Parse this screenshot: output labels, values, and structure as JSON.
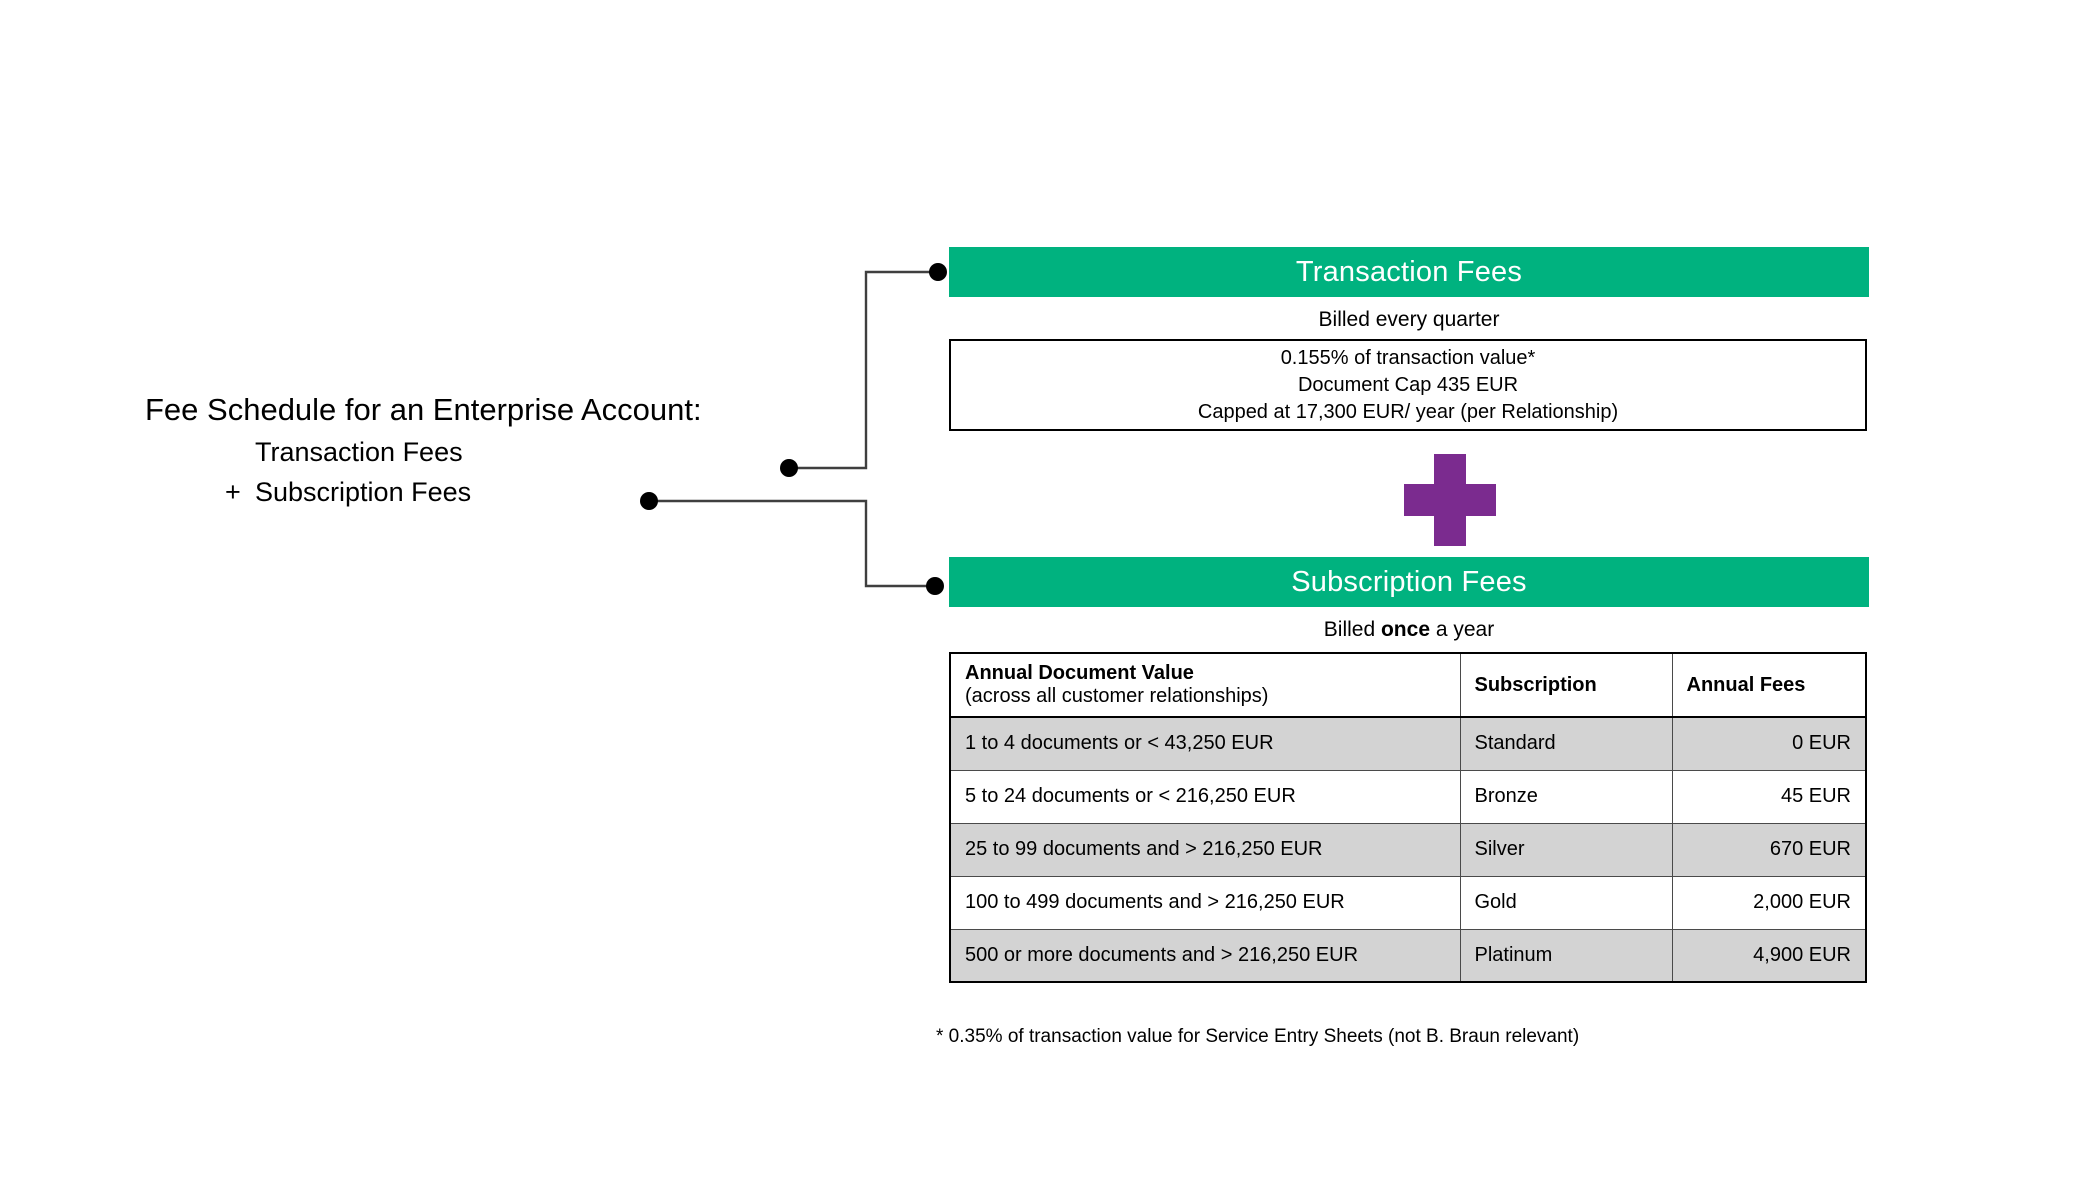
{
  "caption": {
    "title": "Fee Schedule for an Enterprise Account:",
    "line1": "Transaction Fees",
    "plus": "+",
    "line2": "Subscription Fees"
  },
  "colors": {
    "header_green": "#00B27F",
    "plus_purple": "#7B2B8F",
    "row_shade": "#D3D3D3",
    "border_black": "#000000"
  },
  "transaction": {
    "header": "Transaction Fees",
    "billing_note": "Billed every quarter",
    "details": [
      "0.155% of transaction value*",
      "Document Cap 435 EUR",
      "Capped at 17,300 EUR/ year (per Relationship)"
    ]
  },
  "operator": {
    "symbol": "plus",
    "icon_name": "plus-icon"
  },
  "subscription": {
    "header": "Subscription Fees",
    "billing_note_prefix": "Billed ",
    "billing_note_emphasis": "once",
    "billing_note_suffix": " a year",
    "table": {
      "columns": [
        {
          "label": "Annual Document Value",
          "sublabel": "(across all customer relationships)"
        },
        {
          "label": "Subscription",
          "sublabel": ""
        },
        {
          "label": "Annual Fees",
          "sublabel": ""
        }
      ],
      "rows": [
        {
          "range": "1 to 4 documents or < 43,250 EUR",
          "tier": "Standard",
          "fee": "0 EUR",
          "shaded": true
        },
        {
          "range": "5 to 24 documents or < 216,250 EUR",
          "tier": "Bronze",
          "fee": "45 EUR",
          "shaded": false
        },
        {
          "range": "25 to 99 documents and > 216,250 EUR",
          "tier": "Silver",
          "fee": "670 EUR",
          "shaded": true
        },
        {
          "range": "100 to 499 documents and > 216,250 EUR",
          "tier": "Gold",
          "fee": "2,000 EUR",
          "shaded": false
        },
        {
          "range": "500 or more documents and > 216,250 EUR",
          "tier": "Platinum",
          "fee": "4,900 EUR",
          "shaded": true
        }
      ]
    }
  },
  "footnote": "* 0.35% of transaction value for Service Entry Sheets (not B. Braun relevant)"
}
